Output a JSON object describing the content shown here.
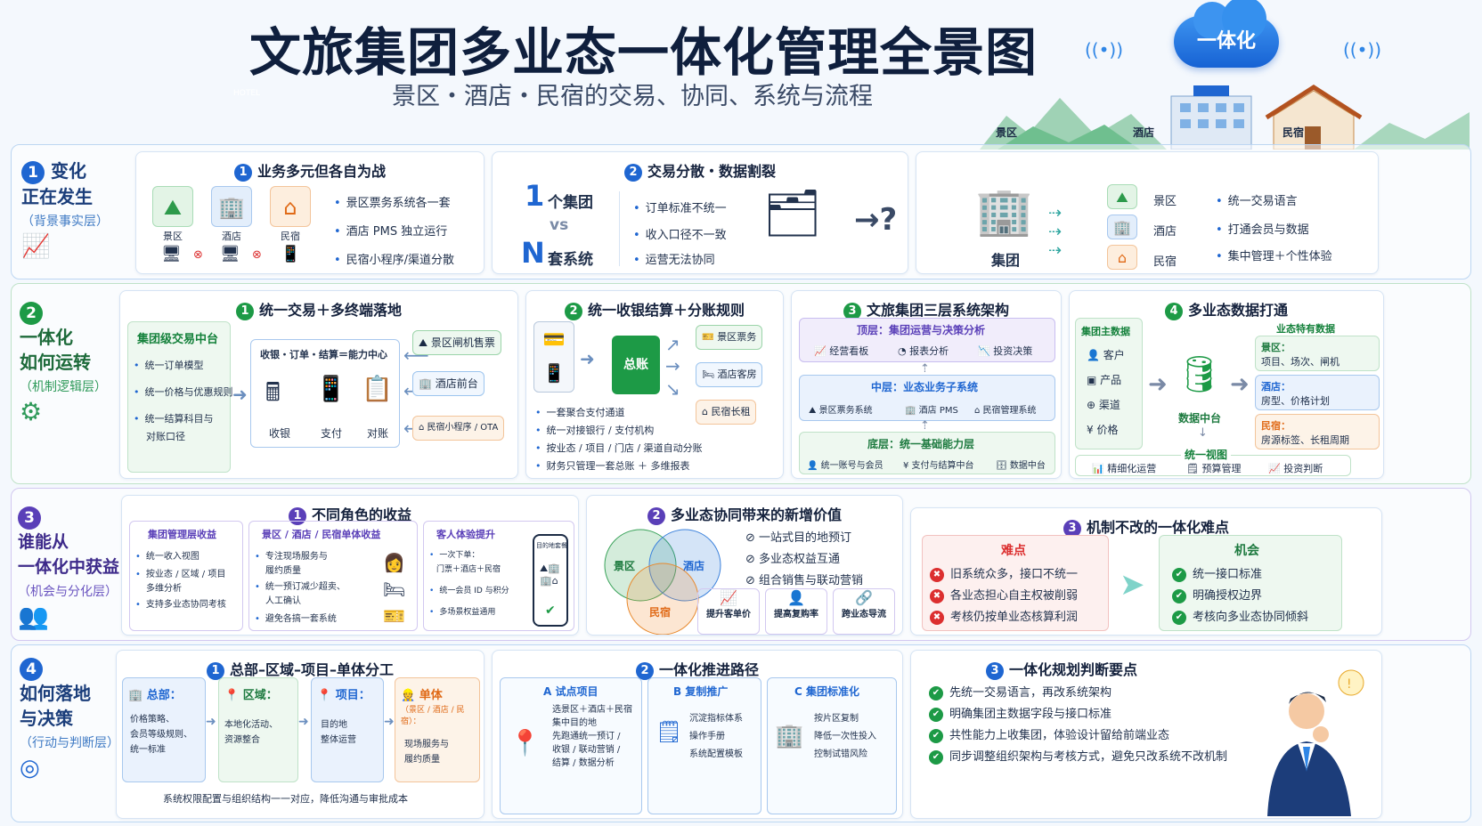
{
  "header": {
    "title": "文旅集团多业态一体化管理全景图",
    "subtitle": "景区・酒店・民宿的交易、协同、系统与流程",
    "cloud": "一体化",
    "hotel_sign": "HOTEL",
    "places": [
      "景区",
      "酒店",
      "民宿"
    ]
  },
  "row1": {
    "label": {
      "title": "变化\n正在发生",
      "sub": "（背景事实层）"
    },
    "s1": {
      "num": "1",
      "title": "业务多元但各自为战",
      "icons": [
        "景区",
        "酒店",
        "民宿"
      ],
      "points": [
        "景区票务系统各一套",
        "酒店 PMS 独立运行",
        "民宿小程序/渠道分散"
      ]
    },
    "s2": {
      "num": "2",
      "title": "交易分散・数据割裂",
      "one": "1",
      "one_label": "个集团",
      "vs": "vs",
      "n": "N",
      "n_label": "套系统",
      "points": [
        "订单标准不统一",
        "收入口径不一致",
        "运营无法协同"
      ]
    },
    "s3": {
      "group": "集团",
      "targets": [
        "景区",
        "酒店",
        "民宿"
      ],
      "points": [
        "统一交易语言",
        "打通会员与数据",
        "集中管理＋个性体验"
      ]
    }
  },
  "row2": {
    "label": {
      "num": "2",
      "title": "一体化\n如何运转",
      "sub": "（机制逻辑层）"
    },
    "s1": {
      "num": "1",
      "title": "统一交易＋多终端落地",
      "platform": "集团级交易中台",
      "platform_items": [
        "统一订单模型",
        "统一价格与优惠规则",
        "统一结算科目与",
        "对账口径"
      ],
      "capability": "收银・订单・结算＝能力中心",
      "tools": [
        "收银",
        "支付",
        "对账"
      ],
      "terminals": [
        "景区闸机售票",
        "酒店前台",
        "民宿小程序 / OTA"
      ]
    },
    "s2": {
      "num": "2",
      "title": "统一收银结算＋分账规则",
      "ledger": "总账",
      "targets": [
        "景区票务",
        "酒店客房",
        "民宿长租"
      ],
      "points": [
        "一套聚合支付通道",
        "统一对接银行 / 支付机构",
        "按业态 / 项目 / 门店 / 渠道自动分账",
        "财务只管理一套总账 ＋ 多维报表"
      ]
    },
    "s3": {
      "num": "3",
      "title": "文旅集团三层系统架构",
      "top": "顶层：集团运营与决策分析",
      "top_items": [
        "经营看板",
        "报表分析",
        "投资决策"
      ],
      "mid": "中层：业态业务子系统",
      "mid_items": [
        "景区票务系统",
        "酒店 PMS",
        "民宿管理系统"
      ],
      "bottom": "底层：统一基础能力层",
      "bottom_items": [
        "统一账号与会员",
        "支付与结算中台",
        "数据中台"
      ]
    },
    "s4": {
      "num": "4",
      "title": "多业态数据打通",
      "master": "集团主数据",
      "master_items": [
        "客户",
        "产品",
        "渠道",
        "价格"
      ],
      "center": "数据中台",
      "special": "业态特有数据",
      "special_items": [
        {
          "k": "景区：",
          "v": "项目、场次、闸机"
        },
        {
          "k": "酒店：",
          "v": "房型、价格计划"
        },
        {
          "k": "民宿：",
          "v": "房源标签、长租周期"
        }
      ],
      "view": "统一视图",
      "view_items": [
        "精细化运营",
        "预算管理",
        "投资判断"
      ]
    }
  },
  "row3": {
    "label": {
      "num": "3",
      "title": "谁能从\n一体化中获益",
      "sub": "（机会与分化层）"
    },
    "s1": {
      "num": "1",
      "title": "不同角色的收益",
      "cols": [
        {
          "head": "集团管理层收益",
          "items": [
            "统一收入视图",
            "按业态 / 区域 / 项目",
            "多维分析",
            "支持多业态协同考核"
          ]
        },
        {
          "head": "景区 / 酒店 / 民宿单体收益",
          "items": [
            "专注现场服务与",
            "履约质量",
            "统一预订减少超卖、",
            "人工确认",
            "避免各搞一套系统"
          ]
        },
        {
          "head": "客人体验提升",
          "items": [
            "一次下单：",
            "门票＋酒店＋民宿",
            "统一会员 ID 与积分",
            "多场景权益通用"
          ],
          "phone": "目的地套餐"
        }
      ]
    },
    "s2": {
      "num": "2",
      "title": "多业态协同带来的新增价值",
      "venn": [
        "景区",
        "酒店",
        "民宿"
      ],
      "points": [
        "一站式目的地预订",
        "多业态权益互通",
        "组合销售与联动营销"
      ],
      "metrics": [
        "提升客单价",
        "提高复购率",
        "跨业态导流"
      ]
    },
    "s3": {
      "num": "3",
      "title": "机制不改的一体化难点",
      "hard_head": "难点",
      "hard": [
        "旧系统众多，接口不统一",
        "各业态担心自主权被削弱",
        "考核仍按单业态核算利润"
      ],
      "chance_head": "机会",
      "chance": [
        "统一接口标准",
        "明确授权边界",
        "考核向多业态协同倾斜"
      ]
    }
  },
  "row4": {
    "label": {
      "num": "4",
      "title": "如何落地\n与决策",
      "sub": "（行动与判断层）"
    },
    "s1": {
      "num": "1",
      "title": "总部–区域–项目–单体分工",
      "steps": [
        {
          "head": "总部：",
          "body": "价格策略、\n会员等级规则、\n统一标准"
        },
        {
          "head": "区域：",
          "body": "本地化活动、\n资源整合"
        },
        {
          "head": "项目：",
          "body": "目的地\n整体运营"
        },
        {
          "head": "单体",
          "head2": "（景区 / 酒店 / 民宿）：",
          "body": "现场服务与\n履约质量"
        }
      ],
      "footer": "系统权限配置与组织结构一一对应，降低沟通与审批成本"
    },
    "s2": {
      "num": "2",
      "title": "一体化推进路径",
      "phases": [
        {
          "tag": "A",
          "head": "试点项目",
          "body": "选景区＋酒店＋民宿\n集中目的地\n先跑通统一预订 /\n收银 / 联动营销 /\n结算 / 数据分析"
        },
        {
          "tag": "B",
          "head": "复制推广",
          "body": "沉淀指标体系\n操作手册\n系统配置模板"
        },
        {
          "tag": "C",
          "head": "集团标准化",
          "body": "按片区复制\n降低一次性投入\n控制试错风险"
        }
      ]
    },
    "s3": {
      "num": "3",
      "title": "一体化规划判断要点",
      "points": [
        "先统一交易语言，再改系统架构",
        "明确集团主数据字段与接口标准",
        "共性能力上收集团，体验设计留给前端业态",
        "同步调整组织架构与考核方式，避免只改系统不改机制"
      ]
    }
  },
  "colors": {
    "primary": "#1f66d1",
    "green": "#1d9a46",
    "orange": "#e06a17",
    "red": "#dc2f2f"
  }
}
